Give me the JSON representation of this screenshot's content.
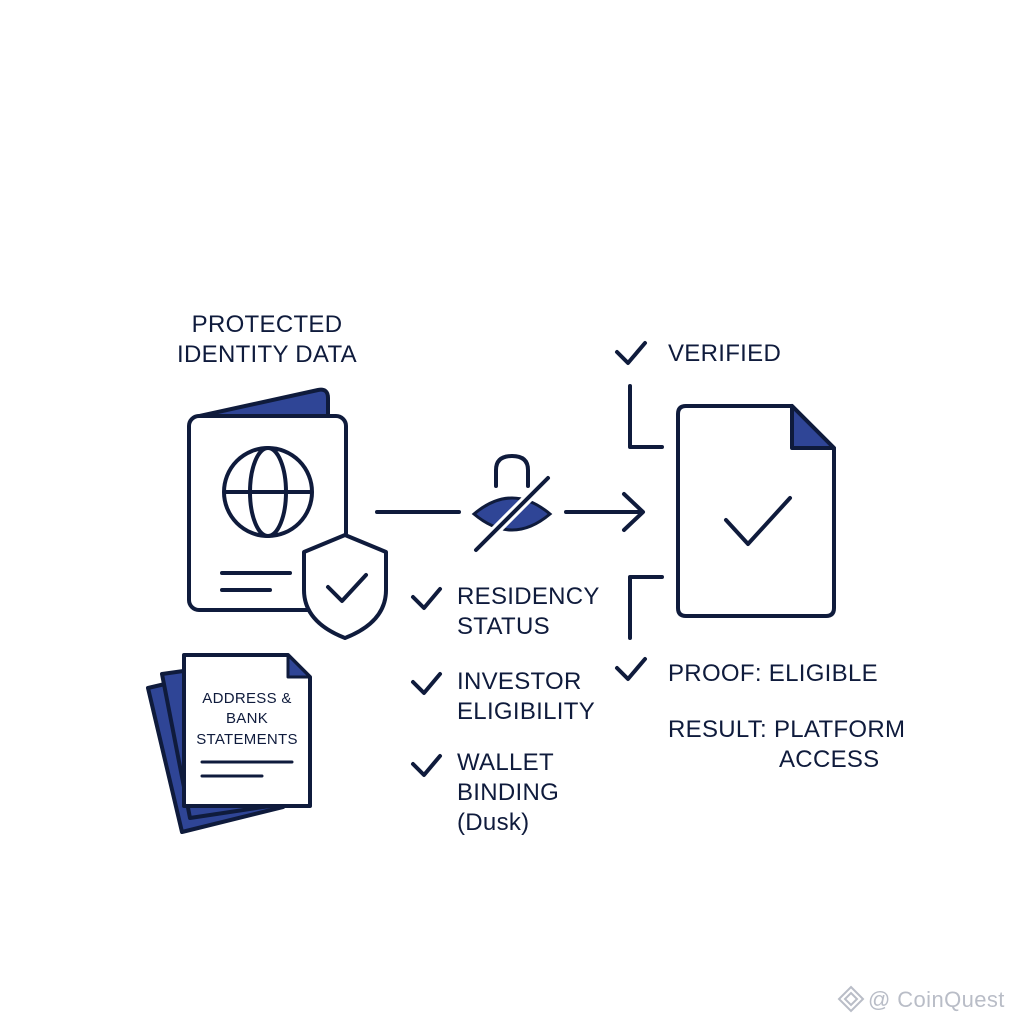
{
  "left_heading": {
    "line1": "PROTECTED",
    "line2": "IDENTITY DATA"
  },
  "documents": {
    "line1": "ADDRESS &",
    "line2": "BANK",
    "line3": "STATEMENTS"
  },
  "checks": [
    {
      "line1": "RESIDENCY",
      "line2": "STATUS"
    },
    {
      "line1": "INVESTOR",
      "line2": "ELIGIBILITY"
    },
    {
      "line1": "WALLET",
      "line2": "BINDING",
      "line3": "(Dusk)"
    }
  ],
  "right": {
    "verified": "VERIFIED",
    "proof": "PROOF: ELIGIBLE",
    "result_line1": "RESULT: PLATFORM",
    "result_line2": "ACCESS"
  },
  "watermark": {
    "text": "@ CoinQuest"
  },
  "colors": {
    "ink": "#0f1b3c",
    "accent": "#2f4596",
    "paper": "#ffffff"
  },
  "icons": [
    "passport-icon",
    "globe-icon",
    "shield-check-icon",
    "privacy-lock-icon",
    "document-stack-icon",
    "verified-document-icon",
    "check-icon",
    "arrow-icon"
  ]
}
